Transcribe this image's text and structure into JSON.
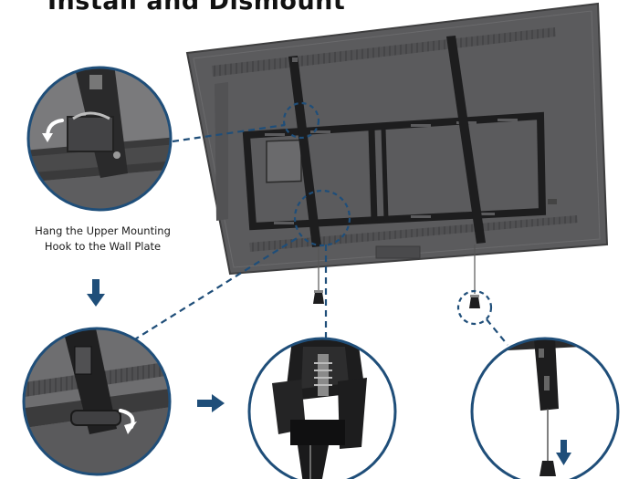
{
  "title": "Install and Dismount",
  "caption": {
    "line1": "Hang the Upper Mounting",
    "line2": "Hook to the Wall Plate"
  },
  "colors": {
    "tv_back": "#5b5b5d",
    "tv_edge": "#3a3a3b",
    "bracket": "#1d1d1e",
    "accent_blue": "#1f4e79",
    "circle_border": "#1f4e79",
    "zoom_bg": "#777779"
  },
  "icons": {
    "step_arrow_down": "arrow-down-icon",
    "step_arrow_right": "arrow-right-icon",
    "pull_arrow": "arrow-down-icon",
    "rotate_arrow": "curved-arrow-icon"
  }
}
